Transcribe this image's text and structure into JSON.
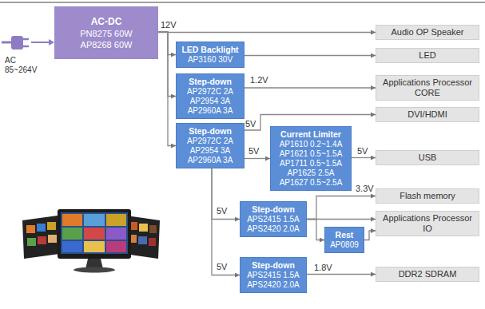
{
  "diagram": {
    "nodes": [
      {
        "text": [
          "AC-DC",
          "PN8275 60W",
          "AP8268 60W"
        ]
      },
      {
        "text": [
          "LED Backlight",
          "AP3160 30V"
        ]
      },
      {
        "text": [
          "Step-down",
          "AP2972C 2A",
          "AP2954 3A",
          "AP2960A 3A"
        ]
      },
      {
        "text": [
          "Step-down",
          "AP2972C 2A",
          "AP2954 3A",
          "AP2960A 3A"
        ]
      },
      {
        "text": [
          "Current Limiter",
          "AP1610 0.2~1.4A",
          "AP1621 0.5~1.5A",
          "AP1711 0.5~1.5A",
          "AP1625 2.5A",
          "AP1627 0.5~2.5A"
        ]
      },
      {
        "text": [
          "Step-down",
          "APS2415 1.5A",
          "APS2420 2.0A"
        ]
      },
      {
        "text": [
          "Rest",
          "AP0809"
        ]
      },
      {
        "text": [
          "Step-down",
          "APS2415 1.5A",
          "APS2420 2.0A"
        ]
      },
      {
        "text": [
          "Audio OP Speaker"
        ]
      },
      {
        "text": [
          "LED"
        ]
      },
      {
        "text": [
          "Applications Processor CORE"
        ]
      },
      {
        "text": [
          "DVI/HDMI"
        ]
      },
      {
        "text": [
          "USB"
        ]
      },
      {
        "text": [
          "Flash memory"
        ]
      },
      {
        "text": [
          "Applications Processor IO"
        ]
      },
      {
        "text": [
          "DDR2 SDRAM"
        ]
      }
    ],
    "edges": [
      {
        "from": 0,
        "to": 8,
        "arrow": "to",
        "label": "12V"
      },
      {
        "from": 0,
        "to": 1,
        "arrow": "to"
      },
      {
        "from": 0,
        "to": 2,
        "arrow": "to"
      },
      {
        "from": 0,
        "to": 3,
        "arrow": "to"
      },
      {
        "from": 1,
        "to": 9,
        "arrow": "to"
      },
      {
        "from": 2,
        "to": 10,
        "arrow": "to",
        "label": "1.2V"
      },
      {
        "from": 3,
        "to": 11,
        "arrow": "to",
        "label": "5V"
      },
      {
        "from": 3,
        "to": 4,
        "arrow": "to",
        "label": "5V"
      },
      {
        "from": 4,
        "to": 12,
        "arrow": "to",
        "label": "5V"
      },
      {
        "from": 3,
        "to": 5,
        "arrow": "to",
        "label": "5V"
      },
      {
        "from": 3,
        "to": 7,
        "arrow": "to",
        "label": "5V"
      },
      {
        "from": 5,
        "to": 13,
        "arrow": "to",
        "label": "3.3V"
      },
      {
        "from": 5,
        "to": 14,
        "arrow": "to"
      },
      {
        "from": 5,
        "to": 6,
        "arrow": "to"
      },
      {
        "from": 6,
        "to": 14,
        "arrow": "to"
      },
      {
        "from": 7,
        "to": 15,
        "arrow": "to",
        "label": "1.8V"
      }
    ],
    "labels": [
      "AC 85~264V"
    ]
  }
}
